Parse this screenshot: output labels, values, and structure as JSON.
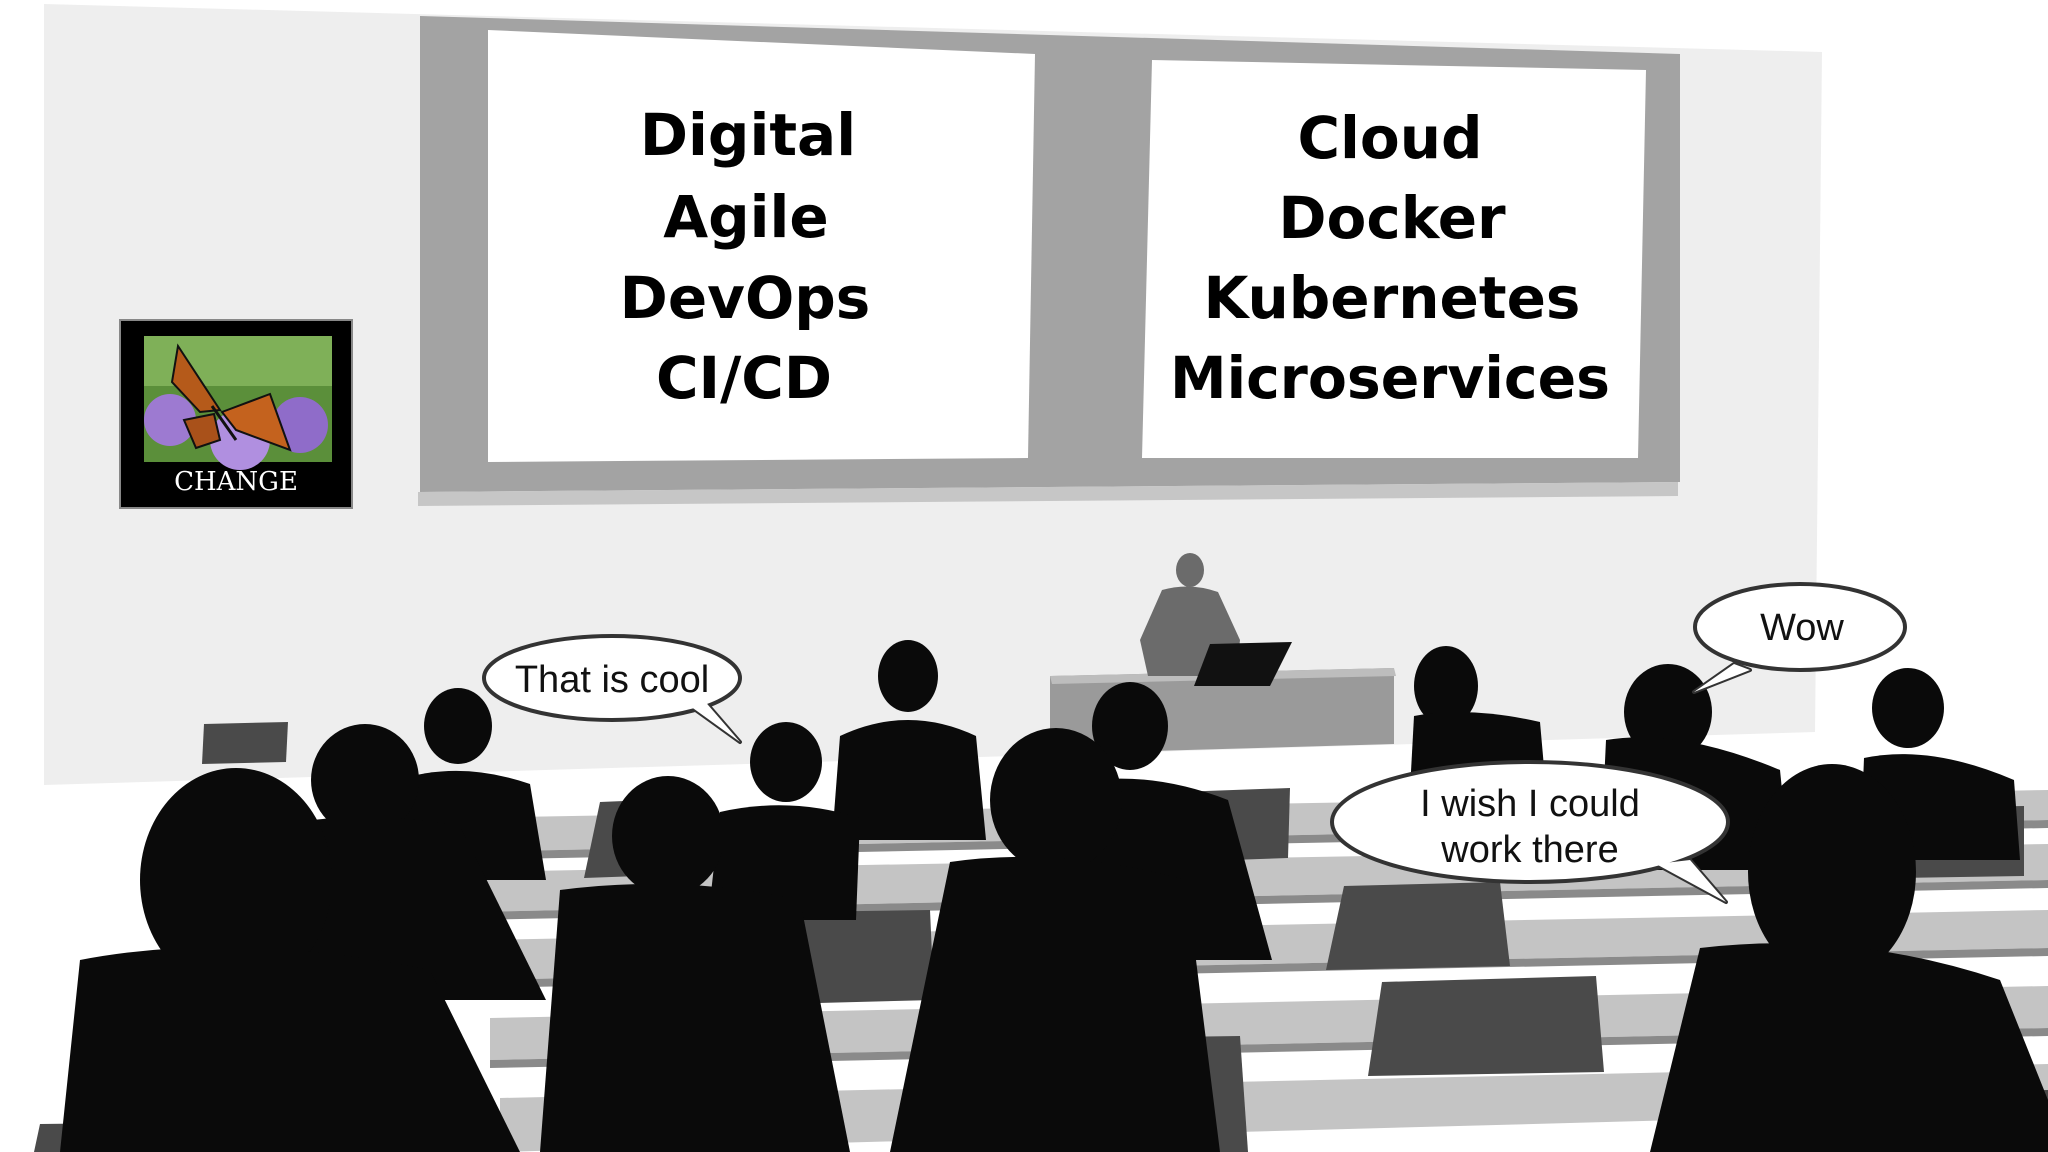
{
  "screens": {
    "left": {
      "lines": [
        "Digital",
        "Agile",
        "DevOps",
        "CI/CD"
      ]
    },
    "right": {
      "lines": [
        "Cloud",
        "Docker",
        "Kubernetes",
        "Microservices"
      ]
    }
  },
  "poster": {
    "caption": "CHANGE"
  },
  "bubbles": {
    "cool": "That is cool",
    "wow": "Wow",
    "wish_line1": "I wish I could",
    "wish_line2": "work there"
  },
  "colors": {
    "wall": "#eeeeee",
    "screen_frame": "#a3a3a3",
    "screen_face": "#ffffff",
    "silhouette": "#0a0a0a",
    "chair": "#4a4a4a",
    "desk": "#c4c4c4"
  }
}
